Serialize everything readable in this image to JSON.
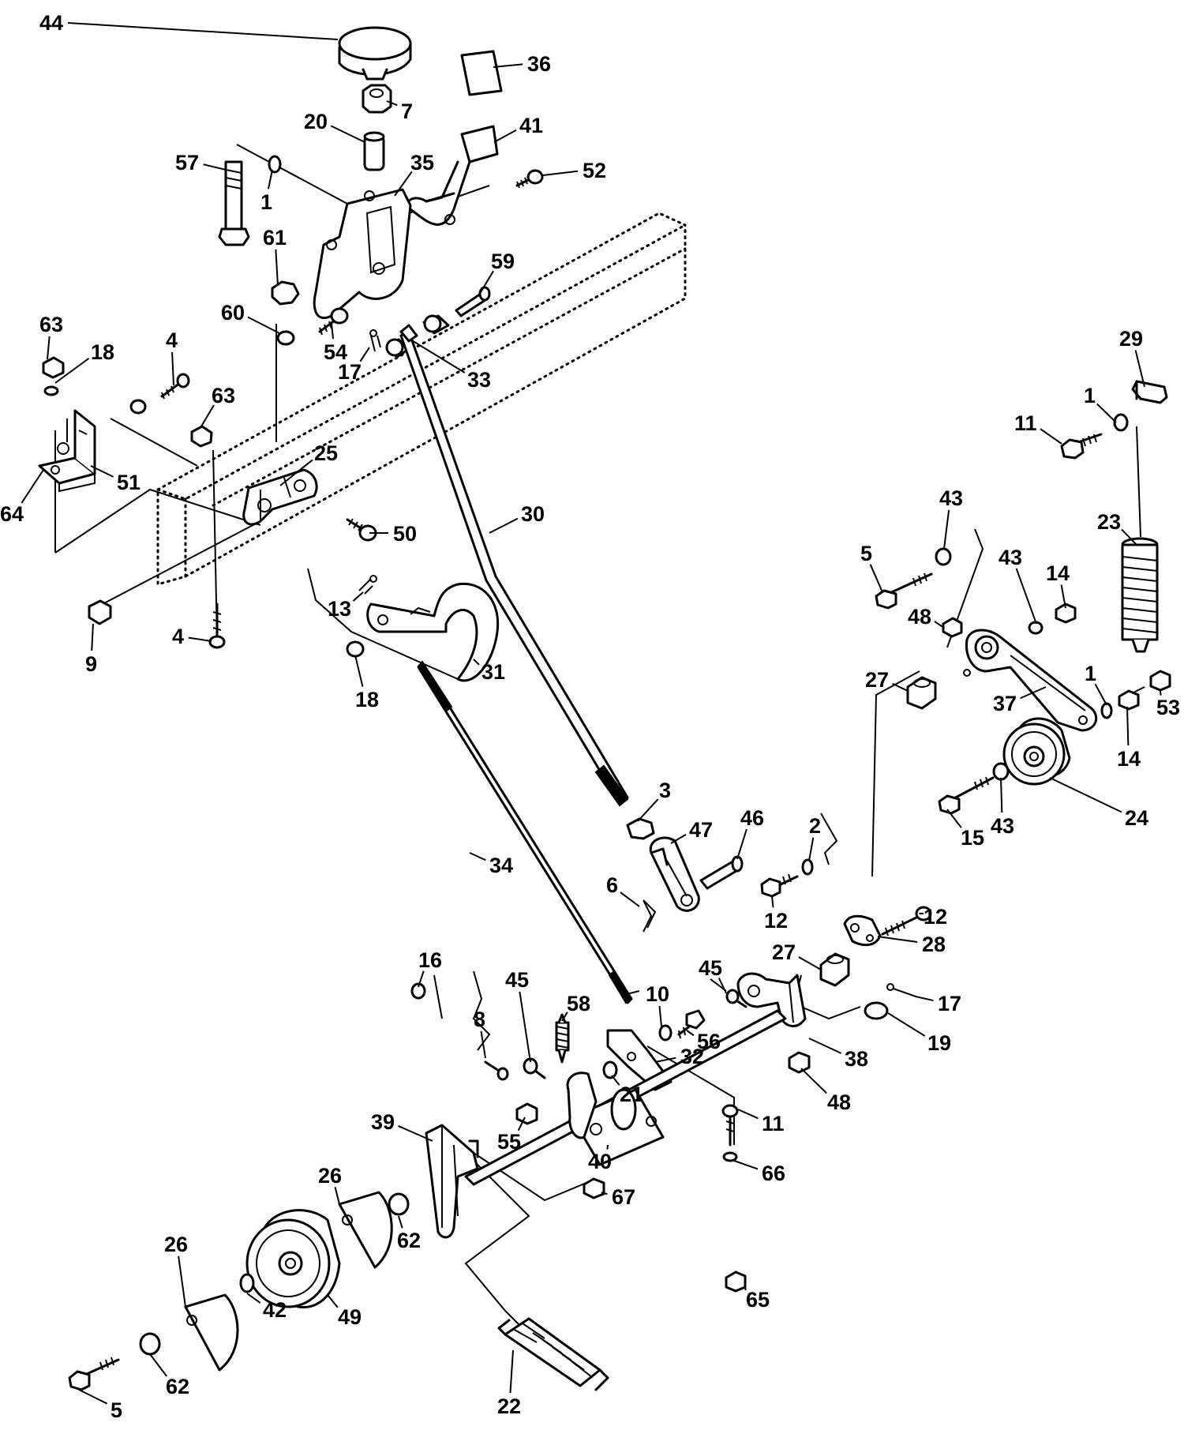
{
  "diagram": {
    "labels": [
      "44",
      "36",
      "7",
      "20",
      "41",
      "57",
      "1",
      "35",
      "52",
      "61",
      "59",
      "60",
      "54",
      "17",
      "33",
      "63",
      "18",
      "4",
      "63",
      "25",
      "51",
      "64",
      "50",
      "9",
      "4",
      "13",
      "31",
      "18",
      "30",
      "29",
      "1",
      "11",
      "23",
      "43",
      "5",
      "43",
      "14",
      "48",
      "27",
      "37",
      "1",
      "14",
      "53",
      "24",
      "43",
      "15",
      "3",
      "47",
      "46",
      "2",
      "6",
      "12",
      "12",
      "27",
      "28",
      "34",
      "45",
      "58",
      "16",
      "10",
      "56",
      "17",
      "8",
      "45",
      "32",
      "19",
      "38",
      "21",
      "48",
      "11",
      "55",
      "39",
      "40",
      "66",
      "26",
      "67",
      "62",
      "65",
      "42",
      "49",
      "26",
      "22",
      "5",
      "62"
    ]
  }
}
